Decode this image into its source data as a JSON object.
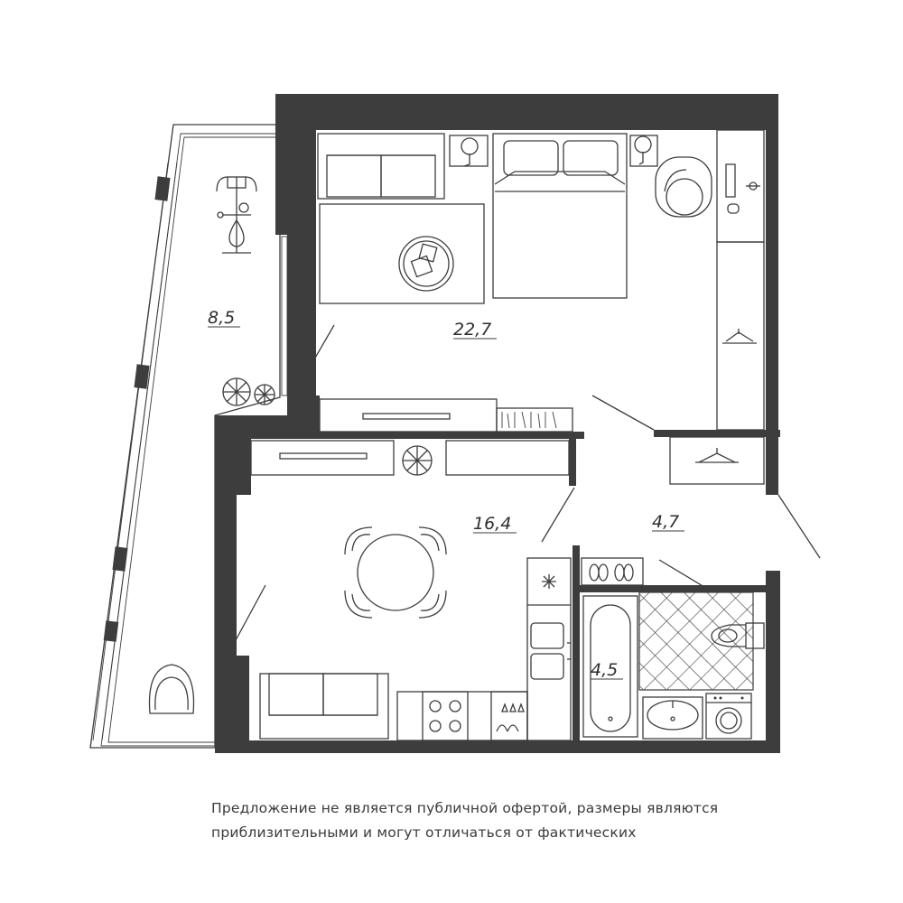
{
  "rooms": {
    "balcony": "8,5",
    "bedroom_living": "22,7",
    "kitchen_living": "16,4",
    "hallway": "4,7",
    "bathroom": "4,5"
  },
  "disclaimer": {
    "line1": "Предложение не является публичной офертой, размеры являются",
    "line2": "приблизительными и могут отличаться от фактических"
  },
  "colors": {
    "wall": "#3d3d3d",
    "background": "#ffffff"
  }
}
